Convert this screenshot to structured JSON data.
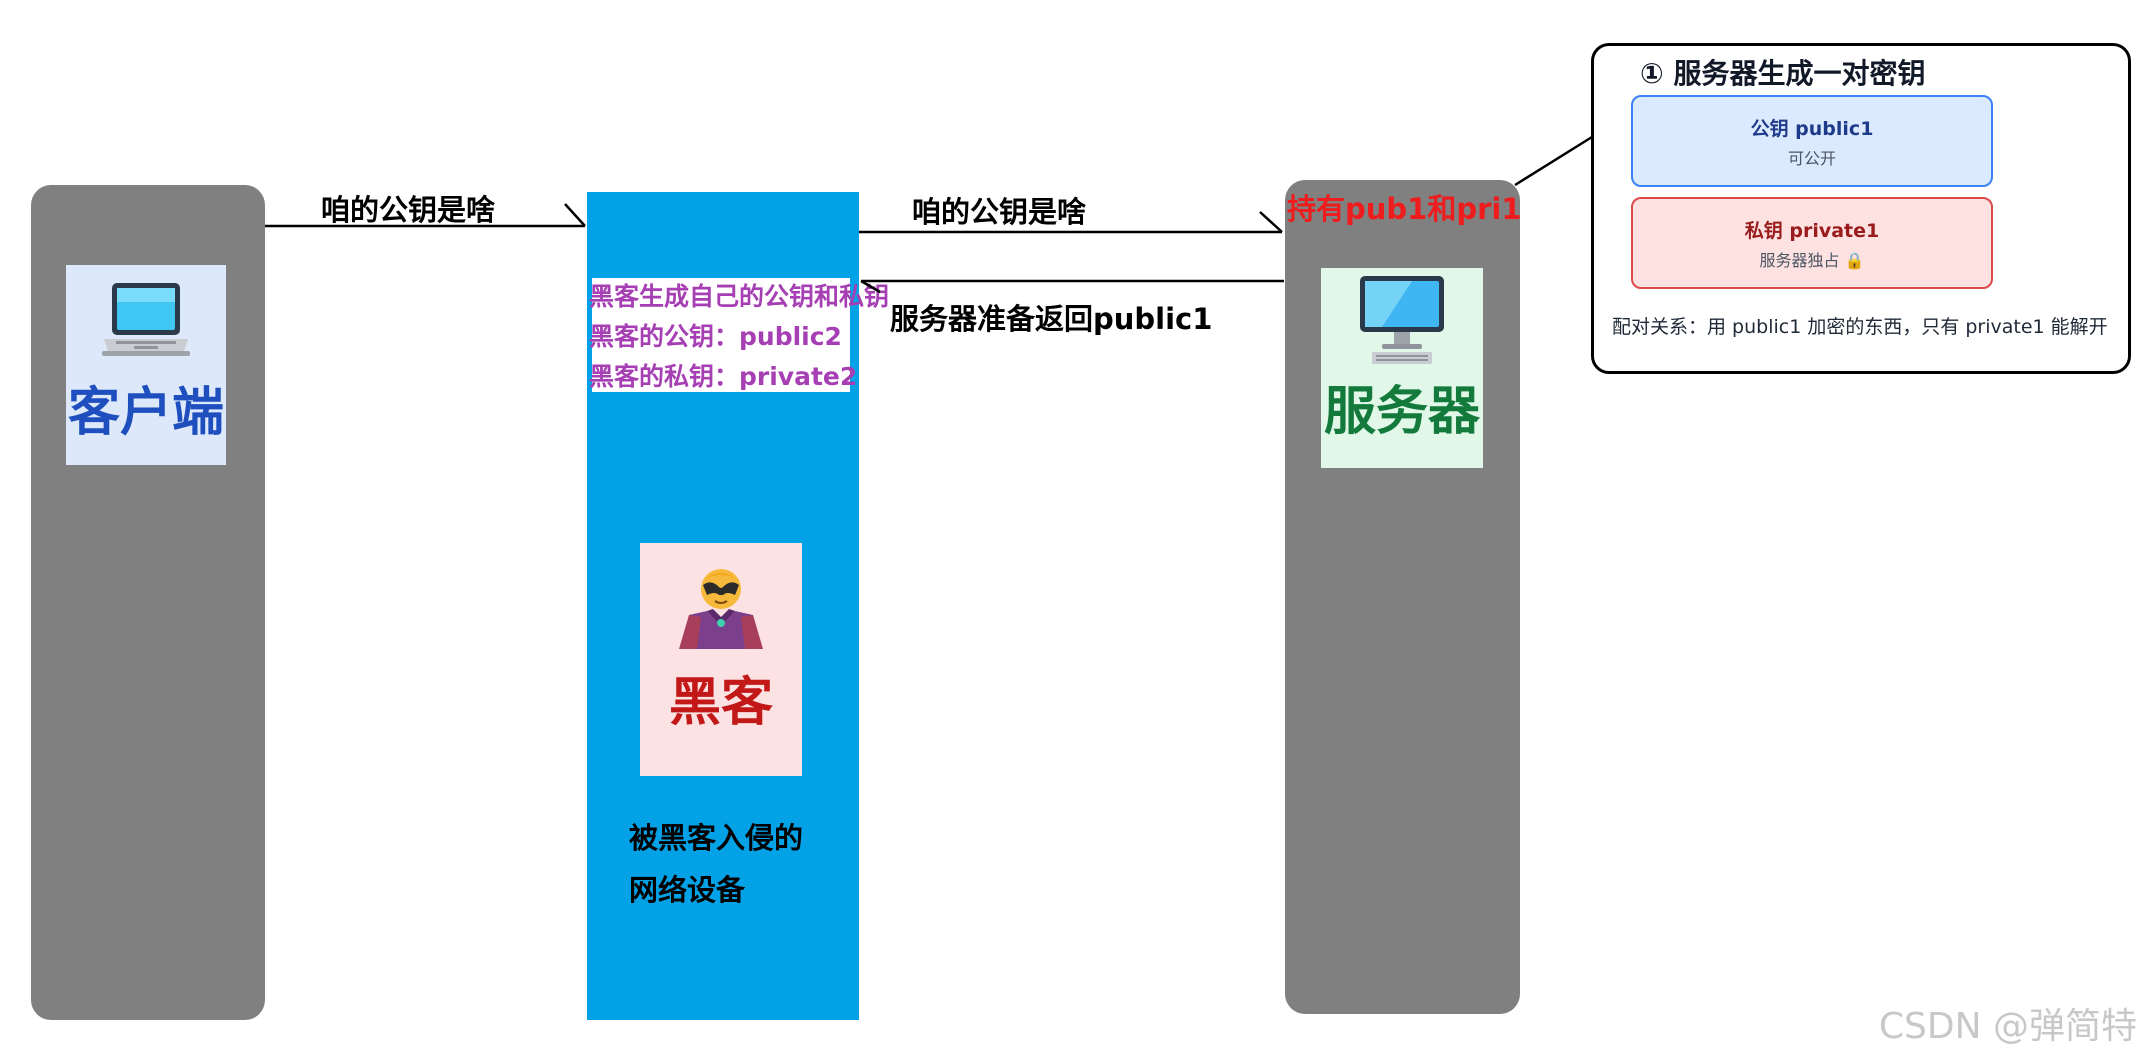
{
  "entities": {
    "client": {
      "label": "客户端"
    },
    "server": {
      "label": "服务器",
      "holds": "持有pub1和pri1"
    },
    "hacker": {
      "label": "黑客",
      "device_caption_line1": "被黑客入侵的",
      "device_caption_line2": "网络设备"
    }
  },
  "hacker_keys": {
    "line1": "黑客生成自己的公钥和私钥",
    "line2": "黑客的公钥：public2",
    "line3": "黑客的私钥：private2"
  },
  "messages": {
    "client_to_hacker": "咱的公钥是啥",
    "hacker_to_server": "咱的公钥是啥",
    "server_to_hacker": "服务器准备返回public1"
  },
  "info_panel": {
    "title": "① 服务器生成一对密钥",
    "public_key": {
      "title": "公钥 public1",
      "subtitle": "可公开"
    },
    "private_key": {
      "title": "私钥 private1",
      "subtitle": "服务器独占 🔒"
    },
    "pair_note": "配对关系：用 public1 加密的东西，只有 private1 能解开"
  },
  "watermark": "CSDN @弹简特",
  "colors": {
    "pillar": "#808080",
    "hacker_column": "#03a2e7",
    "client_label": "#1f4fbf",
    "server_label": "#137a3c",
    "hacker_label": "#c21818",
    "server_holds": "#ee1c1c",
    "hacker_keys_text": "#a63fb4"
  },
  "icons": {
    "client": "laptop-icon",
    "server": "desktop-computer-icon",
    "hacker": "supervillain-icon"
  }
}
